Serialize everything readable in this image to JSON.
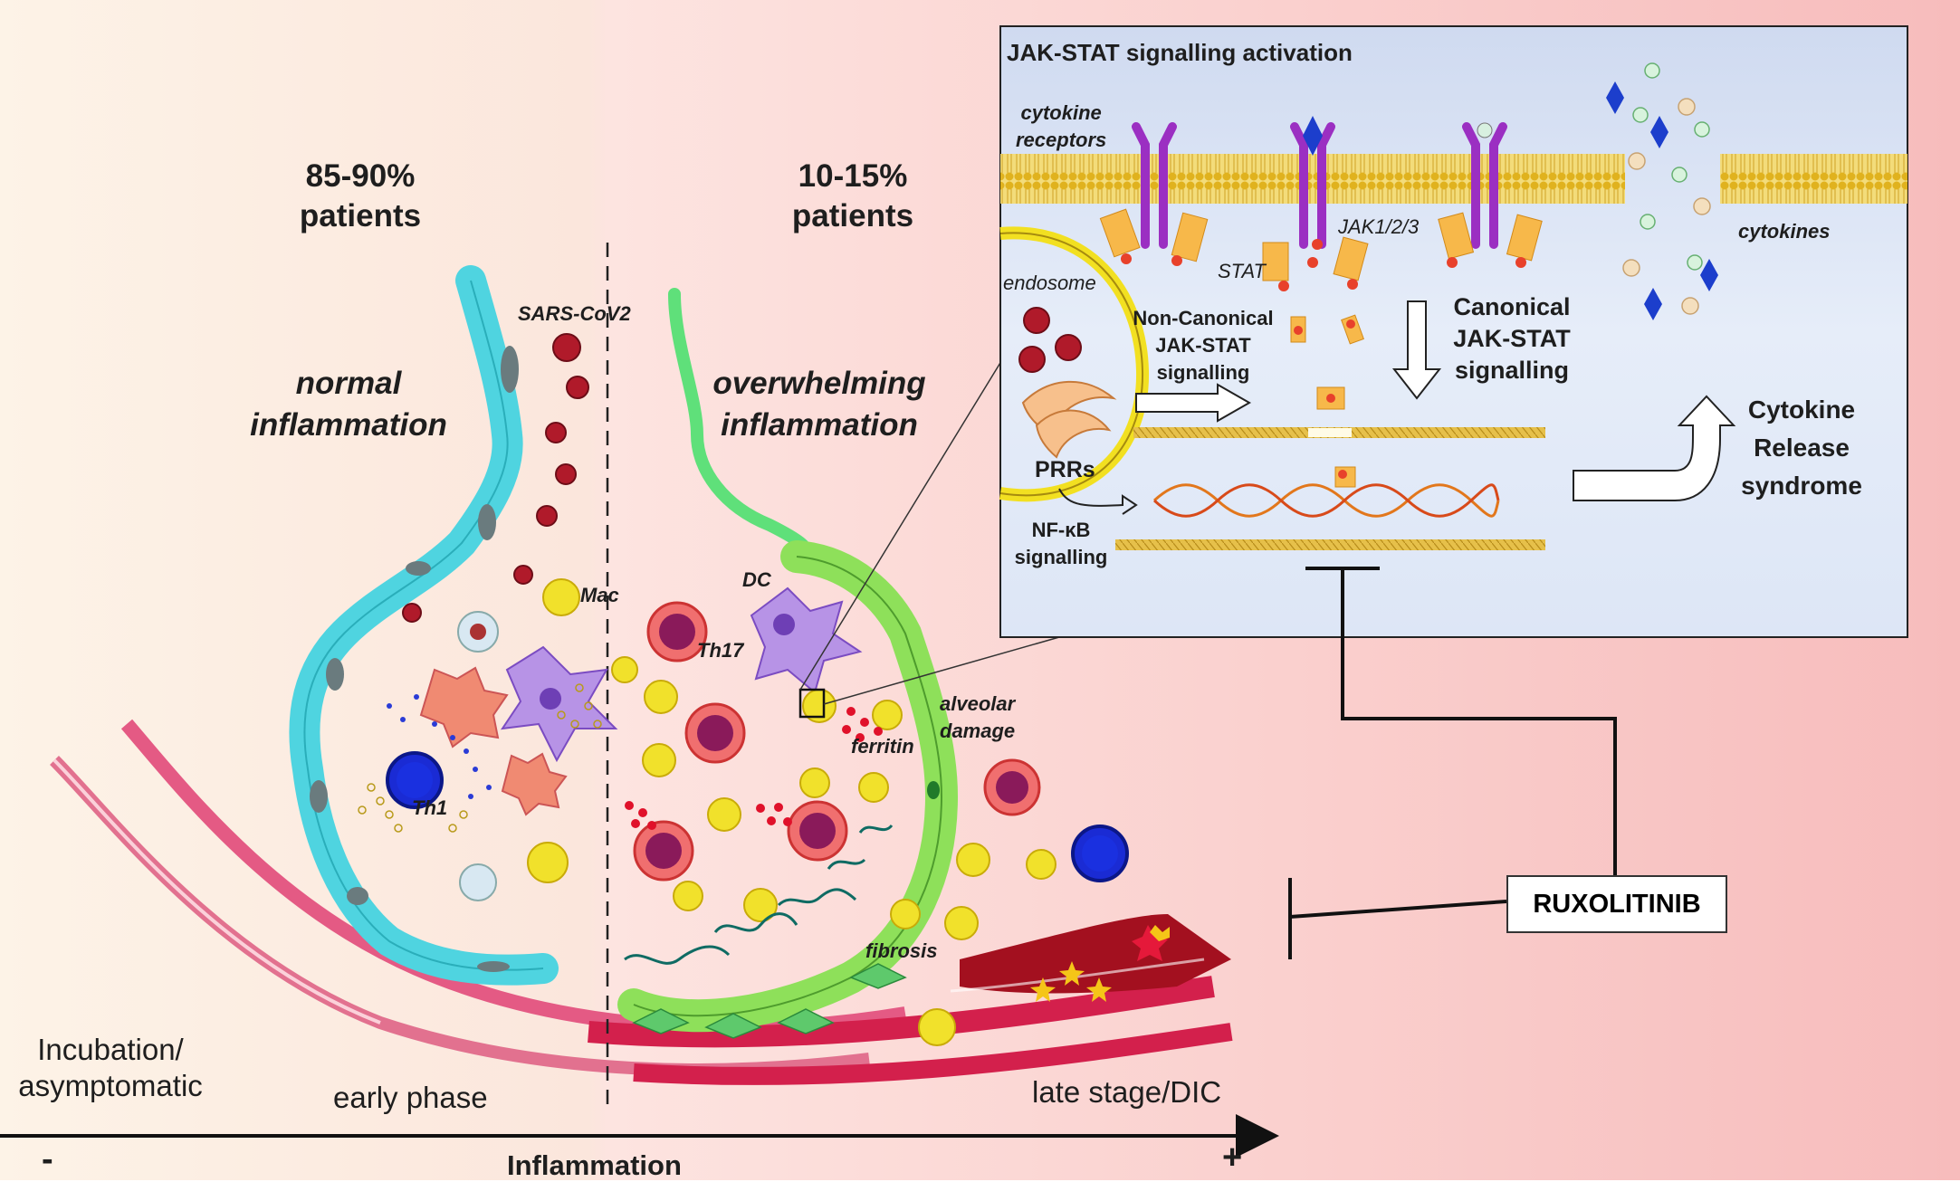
{
  "labels": {
    "left_pct": "85-90%",
    "left_pct_sub": "patients",
    "right_pct": "10-15%",
    "right_pct_sub": "patients",
    "normal_line1": "normal",
    "normal_line2": "inflammation",
    "overwhelming_line1": "overwhelming",
    "overwhelming_line2": "inflammation",
    "sars": "SARS-CoV2",
    "mac": "Mac",
    "th1": "Th1",
    "dc": "DC",
    "th17": "Th17",
    "ferritin": "ferritin",
    "alveolar_line1": "alveolar",
    "alveolar_line2": "damage",
    "fibrosis": "fibrosis"
  },
  "stages": {
    "incubation_line1": "Incubation/",
    "incubation_line2": "asymptomatic",
    "early": "early phase",
    "late": "late stage/DIC"
  },
  "axis": {
    "label": "Inflammation",
    "minus": "-",
    "plus": "+"
  },
  "jak_box": {
    "title": "JAK-STAT signalling activation",
    "cytokine_receptors_line1": "cytokine",
    "cytokine_receptors_line2": "receptors",
    "jak": "JAK1/2/3",
    "stat": "STAT",
    "endosome": "endosome",
    "noncanonical_line1": "Non-Canonical",
    "noncanonical_line2": "JAK-STAT",
    "noncanonical_line3": "signalling",
    "canonical_line1": "Canonical",
    "canonical_line2": "JAK-STAT",
    "canonical_line3": "signalling",
    "prrs": "PRRs",
    "nfkb_line1": "NF-κB",
    "nfkb_line2": "signalling",
    "cytokines": "cytokines",
    "crs_line1": "Cytokine",
    "crs_line2": "Release",
    "crs_line3": "syndrome"
  },
  "drug": "RUXOLITINIB",
  "colors": {
    "bg_left": "#fdf2e6",
    "bg_right": "#f9c6c6",
    "membrane": "#e9c33a",
    "receptor": "#9b2fc2",
    "epithelium": "#55d8e3",
    "fibrotic": "#8ee05a",
    "vessel": "#d8265a",
    "virus": "#b01a2a",
    "box_bg": "#dfe8f7"
  }
}
